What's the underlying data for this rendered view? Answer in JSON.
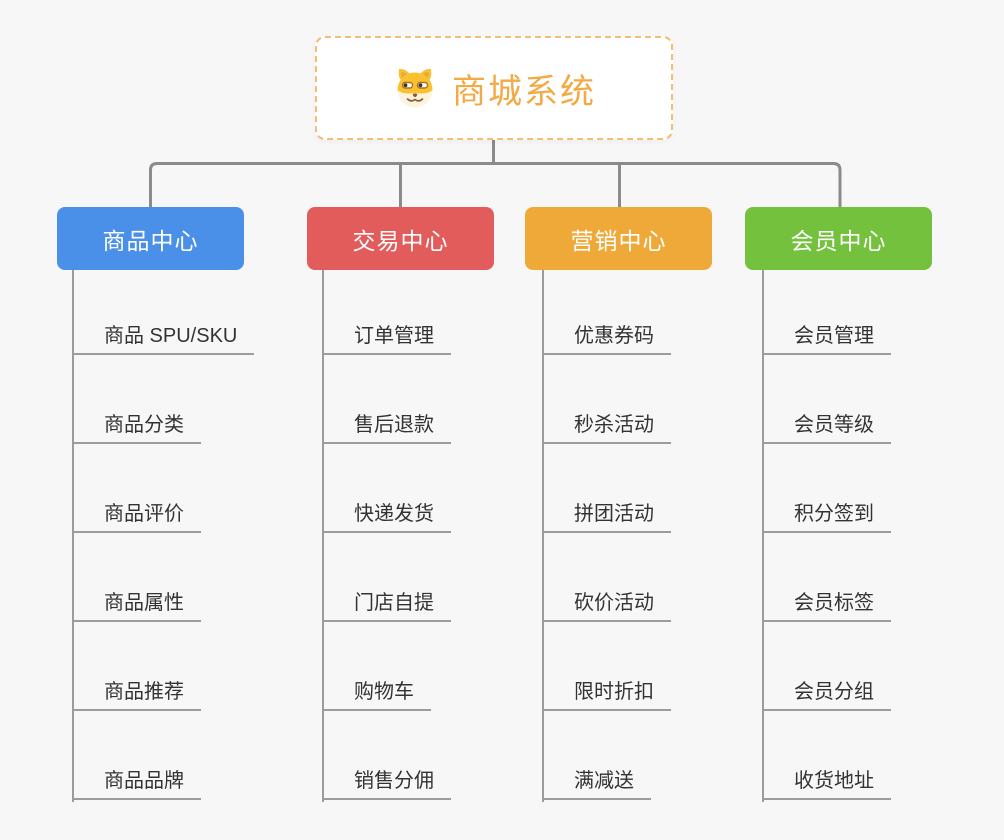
{
  "canvas": {
    "background": "#f7f7f7",
    "connector_color": "#8b8b8b",
    "branch_line_color": "#9c9c9c",
    "leaf_text_color": "#333333"
  },
  "root": {
    "label": "商城系统",
    "icon": "dog-face-icon",
    "accent_color": "#f3a944",
    "border_color": "#f2bd74",
    "background": "#ffffff"
  },
  "branches": [
    {
      "label": "商品中心",
      "color": "#4a90e8",
      "children": [
        "商品 SPU/SKU",
        "商品分类",
        "商品评价",
        "商品属性",
        "商品推荐",
        "商品品牌"
      ]
    },
    {
      "label": "交易中心",
      "color": "#e25c5c",
      "children": [
        "订单管理",
        "售后退款",
        "快递发货",
        "门店自提",
        "购物车",
        "销售分佣"
      ]
    },
    {
      "label": "营销中心",
      "color": "#efa938",
      "children": [
        "优惠券码",
        "秒杀活动",
        "拼团活动",
        "砍价活动",
        "限时折扣",
        "满减送"
      ]
    },
    {
      "label": "会员中心",
      "color": "#74c13d",
      "children": [
        "会员管理",
        "会员等级",
        "积分签到",
        "会员标签",
        "会员分组",
        "收货地址"
      ]
    }
  ]
}
